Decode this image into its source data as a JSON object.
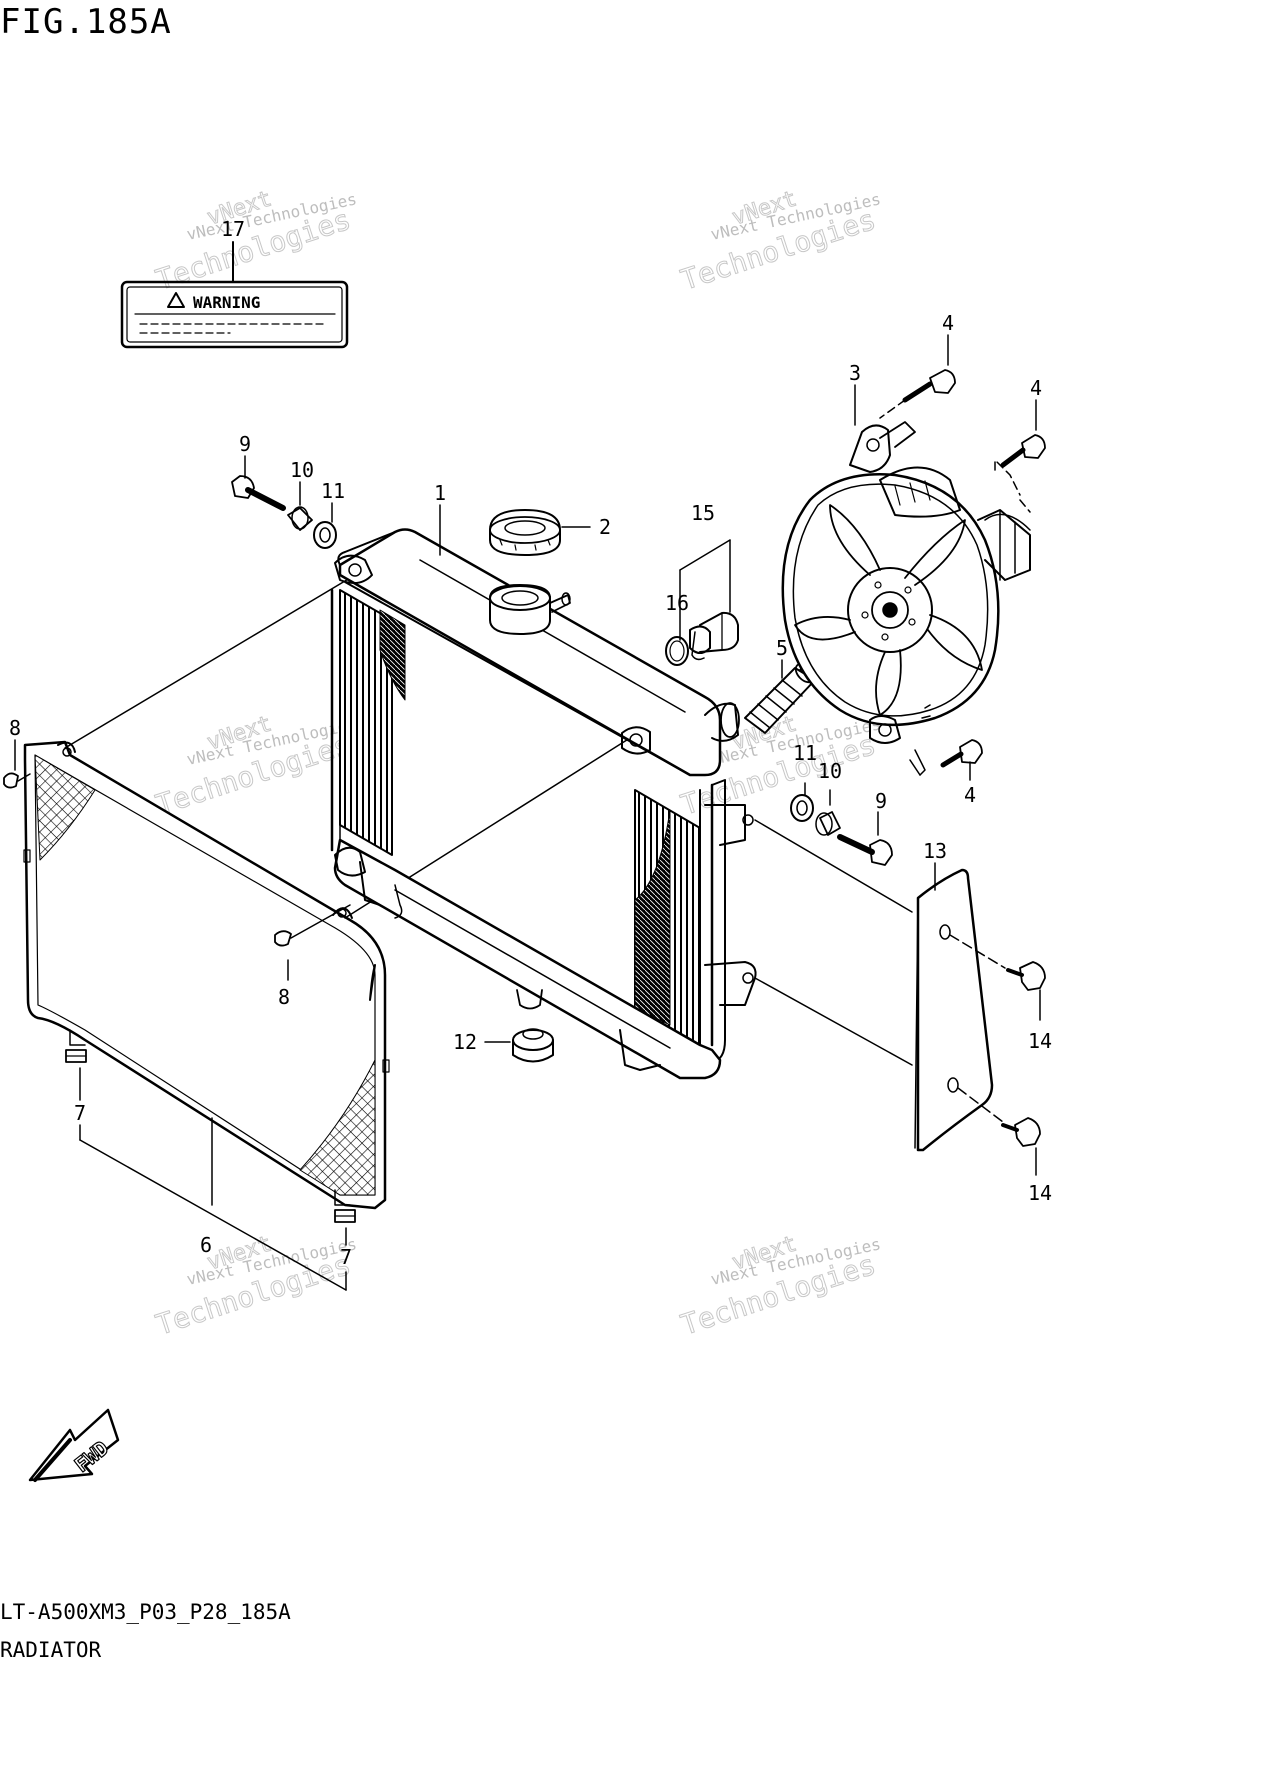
{
  "figure": {
    "title": "FIG.185A",
    "code": "LT-A500XM3_P03_P28_185A",
    "name": "RADIATOR"
  },
  "warning_label": {
    "text": "WARNING",
    "callout": "17"
  },
  "callouts": {
    "c1": "1",
    "c2": "2",
    "c3": "3",
    "c4a": "4",
    "c4b": "4",
    "c4c": "4",
    "c5": "5",
    "c6": "6",
    "c7a": "7",
    "c7b": "7",
    "c8a": "8",
    "c8b": "8",
    "c9a": "9",
    "c9b": "9",
    "c10a": "10",
    "c10b": "10",
    "c11a": "11",
    "c11b": "11",
    "c12": "12",
    "c13": "13",
    "c14a": "14",
    "c14b": "14",
    "c15": "15",
    "c16": "16"
  },
  "fwd_label": "FWD",
  "watermark": {
    "line1": "vNext Technologies",
    "line2": "vNext",
    "line3": "Technologies"
  },
  "colors": {
    "ink": "#000000",
    "watermark": "#bdbdbd"
  }
}
